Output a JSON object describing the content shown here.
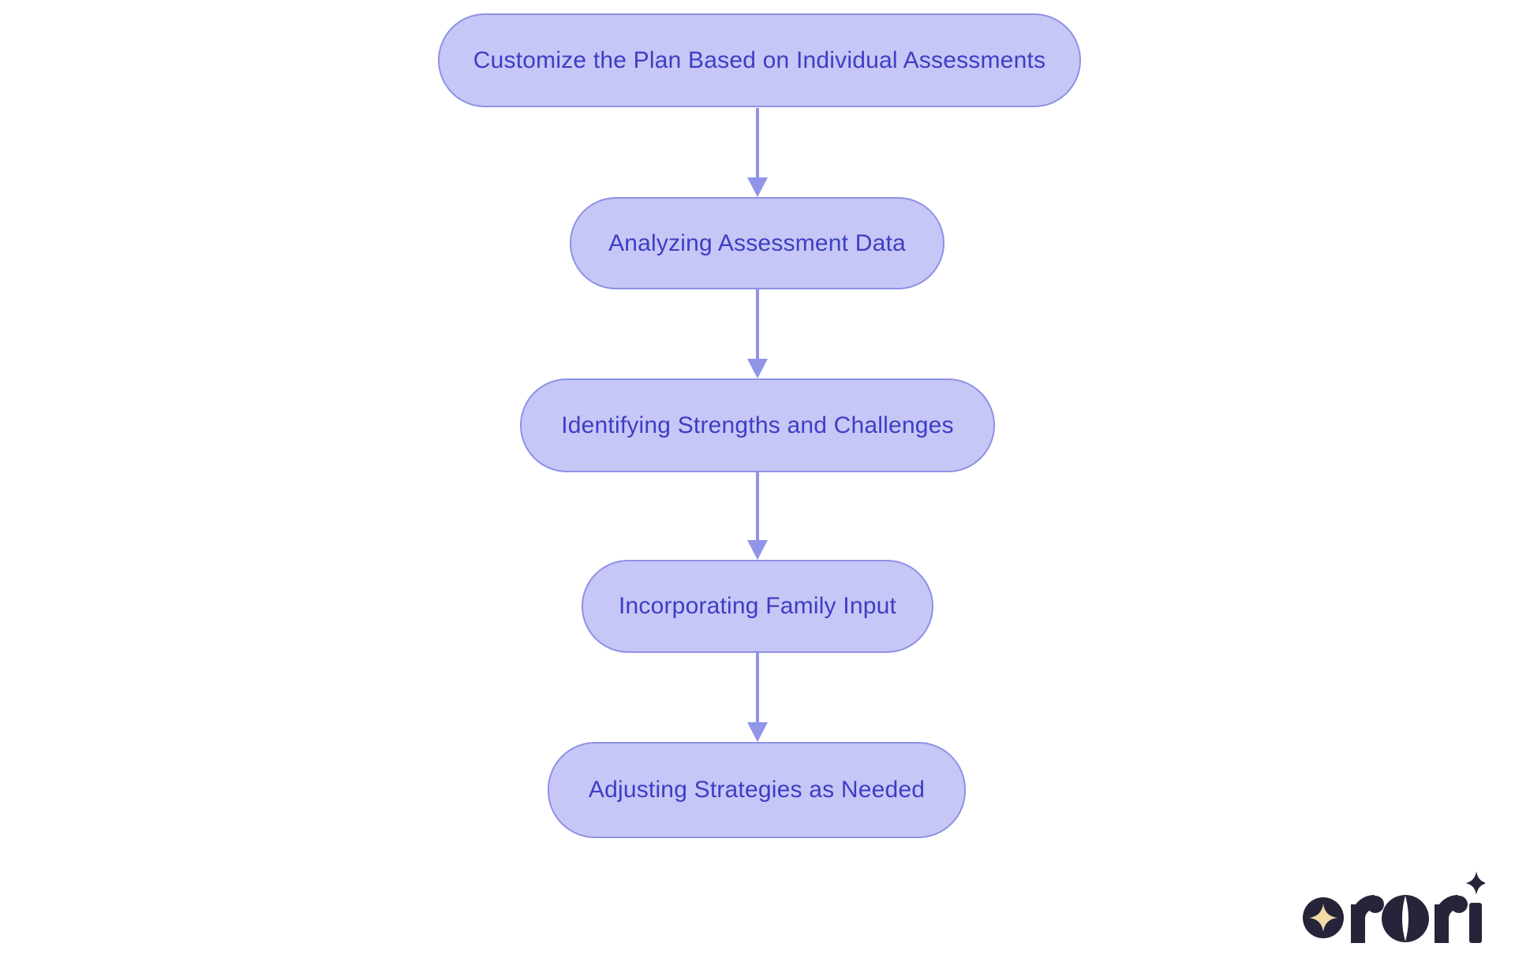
{
  "flowchart": {
    "direction": "top-to-bottom",
    "nodes": [
      {
        "label": "Customize the Plan Based on Individual Assessments"
      },
      {
        "label": "Analyzing Assessment Data"
      },
      {
        "label": "Identifying Strengths and Challenges"
      },
      {
        "label": "Incorporating Family Input"
      },
      {
        "label": "Adjusting Strategies as Needed"
      }
    ],
    "connections": [
      {
        "from": 0,
        "to": 1
      },
      {
        "from": 1,
        "to": 2
      },
      {
        "from": 2,
        "to": 3
      },
      {
        "from": 3,
        "to": 4
      }
    ],
    "colors": {
      "node_fill": "#c7c7f7",
      "node_border": "#8e91e6",
      "node_text": "#3e3dc4",
      "arrow": "#9095e8",
      "background": "#ffffff"
    }
  },
  "logo": {
    "text": "rori",
    "badge_icon": "sparkle-icon",
    "colors": {
      "navy": "#262438",
      "gold": "#f2dca6"
    }
  }
}
